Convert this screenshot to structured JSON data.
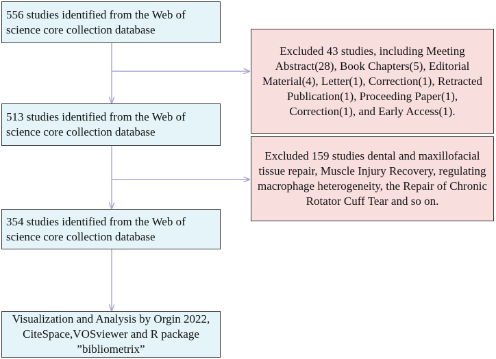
{
  "flow": {
    "boxes": [
      {
        "id": "step1",
        "text": "556 studies identified from the Web of science core collection database"
      },
      {
        "id": "step2",
        "text": "513 studies identified from the Web of science core collection database"
      },
      {
        "id": "step3",
        "text": "354 studies identified from the Web of science core collection database"
      },
      {
        "id": "step4",
        "text": "Visualization and Analysis by Orgin 2022, CiteSpace,VOSviewer and R package ”bibliometrix”"
      }
    ],
    "exclusions": [
      {
        "id": "excl1",
        "text": "Excluded 43 studies, including  Meeting Abstract(28), Book Chapters(5), Editorial Material(4), Letter(1), Correction(1), Retracted Publication(1), Proceeding Paper(1), Correction(1), and Early Access(1)."
      },
      {
        "id": "excl2",
        "text": "Excluded 159 studies dental and maxillofacial tissue repair, Muscle Injury Recovery, regulating macrophage heterogeneity, the Repair of Chronic Rotator Cuff Tear and so on."
      }
    ]
  },
  "colors": {
    "step_fill": "#e4f4f9",
    "exclusion_fill": "#f9dede",
    "arrow": "#a4a4d4",
    "border": "#333333"
  }
}
